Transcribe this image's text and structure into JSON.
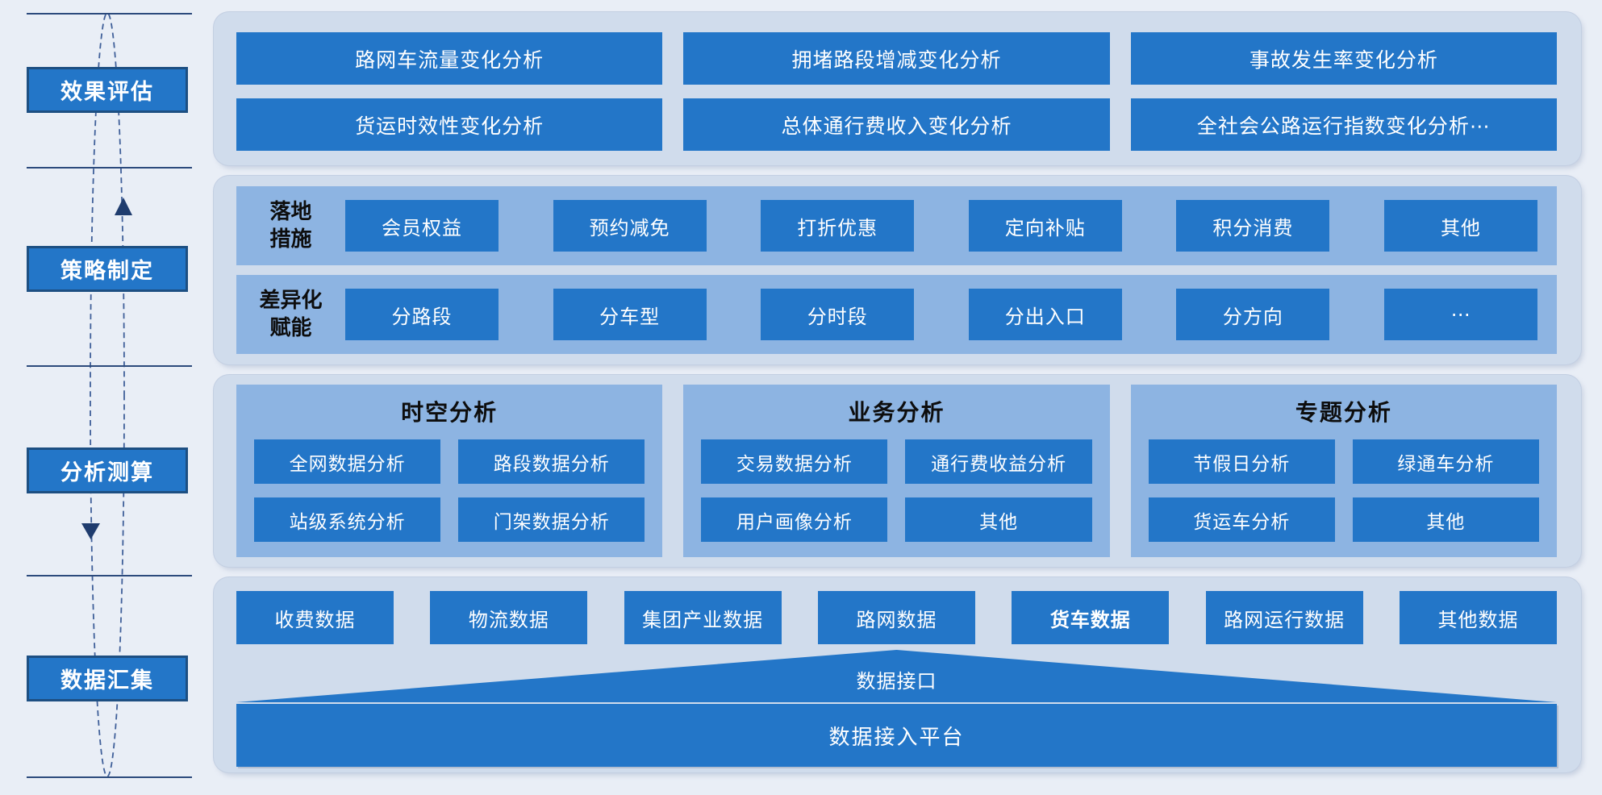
{
  "diagram": {
    "stages": [
      {
        "label": "效果评估"
      },
      {
        "label": "策略制定"
      },
      {
        "label": "分析测算"
      },
      {
        "label": "数据汇集"
      }
    ],
    "evaluation": {
      "items": [
        "路网车流量变化分析",
        "拥堵路段增减变化分析",
        "事故发生率变化分析",
        "货运时效性变化分析",
        "总体通行费收入变化分析",
        "全社会公路运行指数变化分析⋯"
      ]
    },
    "strategy": {
      "rows": [
        {
          "label": "落地\n措施",
          "items": [
            "会员权益",
            "预约减免",
            "打折优惠",
            "定向补贴",
            "积分消费",
            "其他"
          ]
        },
        {
          "label": "差异化\n赋能",
          "items": [
            "分路段",
            "分车型",
            "分时段",
            "分出入口",
            "分方向",
            "⋯"
          ]
        }
      ]
    },
    "analysis": {
      "groups": [
        {
          "title": "时空分析",
          "items": [
            "全网数据分析",
            "路段数据分析",
            "站级系统分析",
            "门架数据分析"
          ]
        },
        {
          "title": "业务分析",
          "items": [
            "交易数据分析",
            "通行费收益分析",
            "用户画像分析",
            "其他"
          ]
        },
        {
          "title": "专题分析",
          "items": [
            "节假日分析",
            "绿通车分析",
            "货运车分析",
            "其他"
          ]
        }
      ]
    },
    "data_layer": {
      "sources": [
        "收费数据",
        "物流数据",
        "集团产业数据",
        "路网数据",
        "货车数据",
        "路网运行数据",
        "其他数据"
      ],
      "interface_label": "数据接口",
      "platform_label": "数据接入平台"
    },
    "colors": {
      "accent_blue": "#2376c8",
      "panel_light": "#d0dcec",
      "panel_medium": "#8db4e2",
      "navy": "#1f3c6e",
      "background": "#e9eef6"
    }
  }
}
